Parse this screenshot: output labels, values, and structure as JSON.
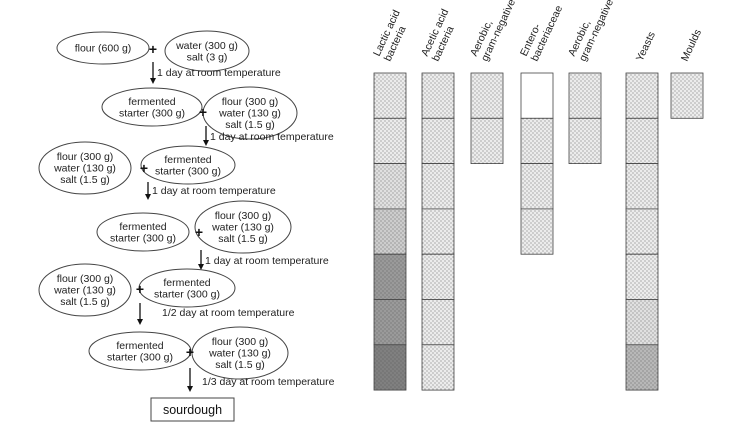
{
  "flow": {
    "steps": [
      {
        "left": [
          "flour (600 g)"
        ],
        "right": [
          "water (300 g)",
          "salt (3 g)"
        ],
        "arrow": "1 day at room temperature"
      },
      {
        "left": [
          "fermented",
          "starter (300 g)"
        ],
        "right": [
          "flour (300 g)",
          "water (130 g)",
          "salt (1.5 g)"
        ],
        "arrow": "1 day at room temperature"
      },
      {
        "left": [
          "flour (300 g)",
          "water (130 g)",
          "salt (1.5 g)"
        ],
        "right": [
          "fermented",
          "starter (300 g)"
        ],
        "arrow": "1 day at room temperature"
      },
      {
        "left": [
          "fermented",
          "starter (300 g)"
        ],
        "right": [
          "flour (300 g)",
          "water (130 g)",
          "salt (1.5 g)"
        ],
        "arrow": "1 day at room temperature"
      },
      {
        "left": [
          "flour (300 g)",
          "water (130 g)",
          "salt (1.5 g)"
        ],
        "right": [
          "fermented",
          "starter (300 g)"
        ],
        "arrow": "1/2 day at room temperature"
      },
      {
        "left": [
          "fermented",
          "starter (300 g)"
        ],
        "right": [
          "flour (300 g)",
          "water (130 g)",
          "salt (1.5 g)"
        ],
        "arrow": "1/3 day at room temperature"
      }
    ],
    "final": "sourdough"
  },
  "grid": {
    "columns": [
      {
        "label": [
          "Lactic acid",
          "bacteria"
        ],
        "levels": [
          1,
          1,
          2,
          3,
          5,
          5,
          6
        ]
      },
      {
        "label": [
          "Acetic acid",
          "bacteria"
        ],
        "levels": [
          1,
          1,
          1,
          1,
          1,
          1,
          1
        ]
      },
      {
        "label": [
          "Aerobic,",
          "gram-negative"
        ],
        "levels": [
          1,
          1
        ]
      },
      {
        "label": [
          "Entero-",
          "bacteriaceae"
        ],
        "levels": [
          0,
          1,
          1,
          1
        ]
      },
      {
        "label": [
          "Aerobic,",
          "gram-negative"
        ],
        "levels": [
          1,
          1
        ]
      },
      {
        "label": [
          "Yeasts"
        ],
        "levels": [
          1,
          1,
          1,
          1,
          1,
          2,
          4
        ]
      },
      {
        "label": [
          "Moulds"
        ],
        "levels": [
          1
        ]
      }
    ],
    "shades": [
      "#f6f6f6",
      "#ececec",
      "#e0e0e0",
      "#cdcdcd",
      "#b8b8b8",
      "#9a9a9a",
      "#808080"
    ]
  }
}
